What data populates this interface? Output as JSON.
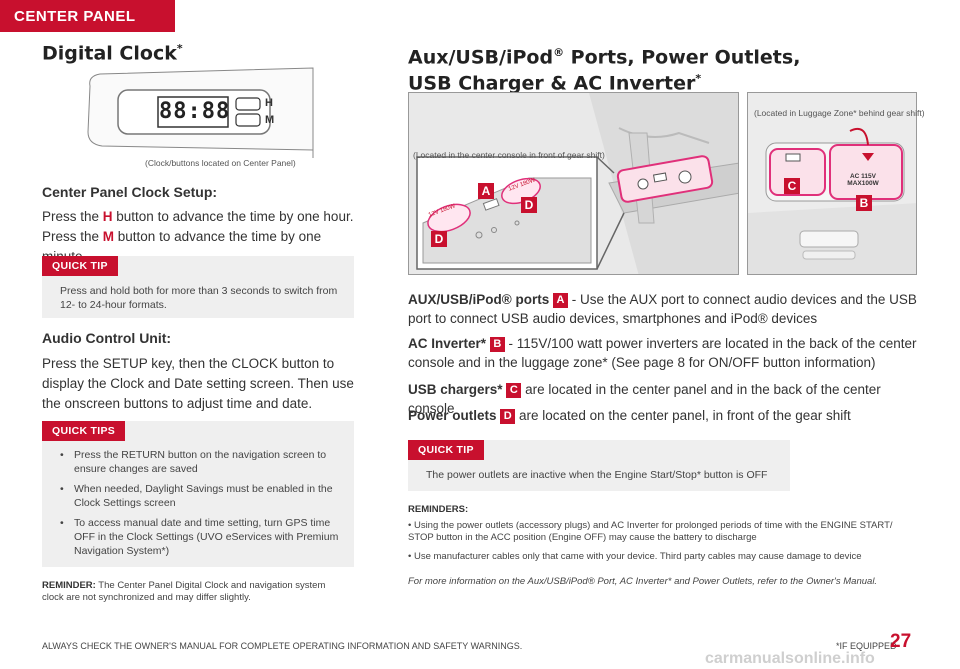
{
  "header": {
    "tab_label": "CENTER PANEL"
  },
  "left": {
    "title": "Digital Clock",
    "title_sup": "*",
    "clock": {
      "display": "88:88",
      "h_label": "H",
      "m_label": "M"
    },
    "clock_caption": "(Clock/buttons located on Center Panel)",
    "setup_heading": "Center Panel Clock Setup:",
    "setup_line1_a": "Press the ",
    "setup_line1_key": "H",
    "setup_line1_b": " button to advance the time by one hour.",
    "setup_line2_a": "Press the ",
    "setup_line2_key": "M",
    "setup_line2_b": " button to advance the time by one minute.",
    "tip1_label": "QUICK TIP",
    "tip1_text": "Press and hold both for more than 3 seconds to switch from 12- to 24-hour formats.",
    "audio_heading": "Audio Control Unit:",
    "audio_text": "Press the SETUP key, then the CLOCK button to display the Clock and Date setting screen. Then use the onscreen buttons to adjust time and date.",
    "tips2_label": "QUICK TIPS",
    "tips2_items": [
      "Press the RETURN button on the navigation screen to ensure changes are saved",
      "When needed, Daylight Savings must be enabled in the Clock Settings screen",
      "To access manual date and time setting, turn GPS time OFF in the Clock Settings (UVO eServices with Premium Navigation System*)"
    ],
    "reminder_label": "REMINDER:",
    "reminder_text": " The Center Panel Digital Clock and navigation system clock are not synchronized and may differ slightly."
  },
  "right": {
    "title_line1": "Aux/USB/iPod",
    "title_reg": "®",
    "title_line1_b": " Ports, Power Outlets,",
    "title_line2": "USB Charger & AC Inverter",
    "title_sup": "*",
    "photo1_caption": "(Located in the center console in front of gear shift)",
    "photo2_caption": "(Located in Luggage Zone* behind gear shift)",
    "photo1_outlet_label": "12V 180W",
    "photo2_inverter_label": "AC 115V MAX100W",
    "labels": {
      "a": "A",
      "b": "B",
      "c": "C",
      "d": "D"
    },
    "items": [
      {
        "lead": "AUX/USB/iPod® ports",
        "badge": "A",
        "text": " - Use the AUX port to connect audio devices and the USB port to connect USB audio devices, smartphones and iPod® devices"
      },
      {
        "lead": "AC Inverter*",
        "badge": "B",
        "text": " - 115V/100 watt power inverters are located in the back of the center console and in the luggage zone* (See page 8 for ON/OFF button information)"
      },
      {
        "lead": "USB chargers*",
        "badge": "C",
        "text": " are located in the center panel and in the back of the center console"
      },
      {
        "lead": "Power outlets",
        "badge": "D",
        "text": " are located on the center panel, in front of the gear shift"
      }
    ],
    "tip_label": "QUICK TIP",
    "tip_text": "The power outlets are inactive when the Engine Start/Stop* button is OFF",
    "reminders_heading": "REMINDERS:",
    "reminders": [
      "• Using the power outlets (accessory plugs) and AC Inverter for prolonged periods of time with the ENGINE START/ STOP button in the ACC position (Engine OFF) may cause the battery to discharge",
      "• Use manufacturer cables only that came with your device. Third party cables may cause damage to device"
    ],
    "more_info": "For more information on the Aux/USB/iPod® Port, AC Inverter* and Power Outlets, refer to the Owner's Manual."
  },
  "footer": {
    "warning": "ALWAYS CHECK THE OWNER'S MANUAL FOR COMPLETE OPERATING INFORMATION AND SAFETY WARNINGS.",
    "equipped": "*IF EQUIPPED",
    "page_number": "27",
    "watermark": "carmanualsonline.info"
  },
  "colors": {
    "accent": "#c8102e",
    "tip_bg": "#efefef"
  }
}
